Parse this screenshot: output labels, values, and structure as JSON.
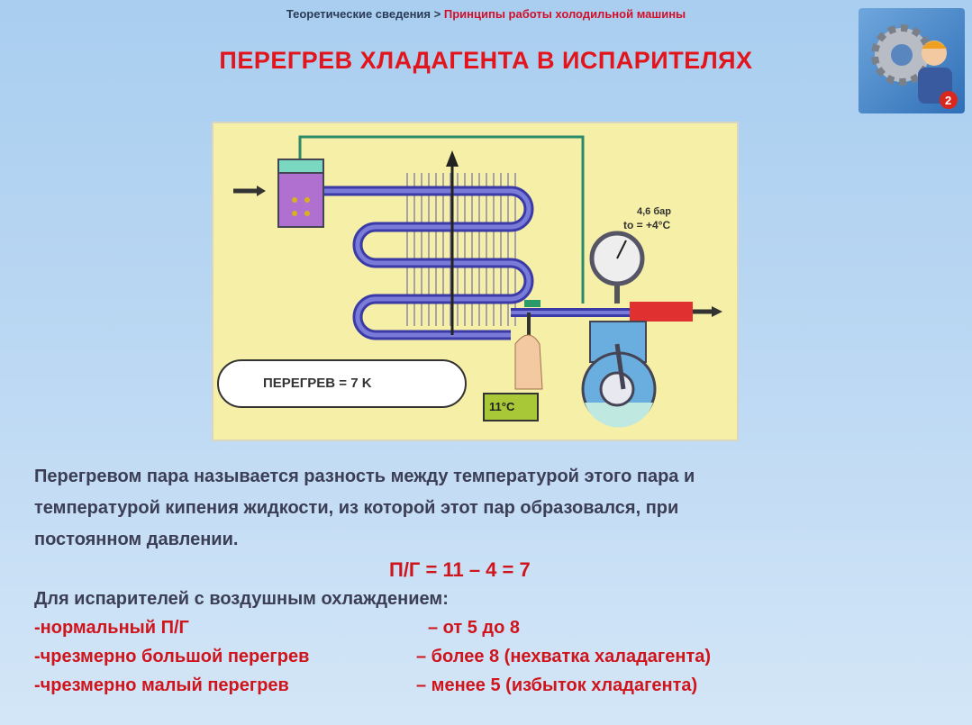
{
  "breadcrumb": {
    "section": "Теоретические сведения",
    "separator": ">",
    "current": "Принципы работы холодильной машины"
  },
  "title": "ПЕРЕГРЕВ ХЛАДАГЕНТА В ИСПАРИТЕЛЯХ",
  "diagram": {
    "pressure": "4,6 бар",
    "boiling_temp": "to = +4°C",
    "superheat_label": "ПЕРЕГРЕВ = 7 K",
    "thermometer": "11°C"
  },
  "definition": [
    "Перегревом пара называется разность между температурой этого пара и",
    "температурой кипения жидкости, из которой этот пар образовался, при",
    "постоянном давлении."
  ],
  "formula": "П/Г = 11 – 4 = 7",
  "air_cooled_heading": "Для испарителей с воздушным охлаждением:",
  "rules": [
    {
      "label": "-нормальный П/Г",
      "value": "– от 5 до 8"
    },
    {
      "label": "-чрезмерно большой перегрев",
      "value": "– более 8 (нехватка халадагента)"
    },
    {
      "label": "-чрезмерно малый перегрев",
      "value": "– менее 5 (избыток хладагента)"
    }
  ],
  "colors": {
    "title": "#e2141c",
    "text": "#3b3e55",
    "diagram_bg": "#f6efa7"
  }
}
